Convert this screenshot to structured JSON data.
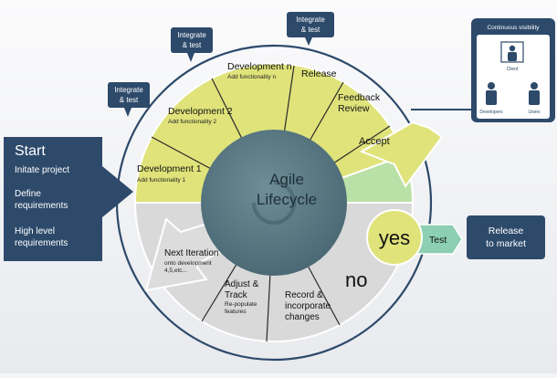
{
  "start_panel": {
    "title": "Start",
    "items": [
      "Initate project",
      "Define",
      "requirements",
      "High level",
      "requirements"
    ]
  },
  "callouts": {
    "integrate_left": [
      "Integrate",
      "& test"
    ],
    "integrate_mid": [
      "Integrate",
      "& test"
    ],
    "integrate_top": [
      "Integrate",
      "& test"
    ]
  },
  "center": {
    "line1": "Agile",
    "line2": "Lifecycle"
  },
  "segments": {
    "dev1": {
      "title": "Development 1",
      "sub": "Add functionality 1"
    },
    "dev2": {
      "title": "Development 2",
      "sub": "Add functionality 2"
    },
    "devn": {
      "title": "Development n",
      "sub": "Add functionality n"
    },
    "release": {
      "title": "Release"
    },
    "feedback": {
      "line1": "Feedback",
      "line2": "Review"
    },
    "accept": {
      "title": "Accept"
    },
    "record": {
      "line1": "Record &",
      "line2": "incorporate",
      "line3": "changes"
    },
    "adjust": {
      "line1": "Adjust &",
      "line2": "Track",
      "sub1": "Re-populate",
      "sub2": "features"
    },
    "next": {
      "title": "Next Iteration",
      "sub1": "onto development",
      "sub2": "4,5,etc..."
    }
  },
  "decision": {
    "yes": "yes",
    "no": "no",
    "test": "Test"
  },
  "release_box": {
    "line1": "Release",
    "line2": "to market"
  },
  "visibility_panel": {
    "title": "Continuous visibility",
    "roles": [
      "Client",
      "Developers",
      "Users"
    ]
  },
  "colors": {
    "navy": "#2d4a6b",
    "lime": "#dfe37a",
    "teal": "#4f6f7a",
    "gray": "#d9d9d9",
    "accept_green": "#b9e0a6"
  }
}
